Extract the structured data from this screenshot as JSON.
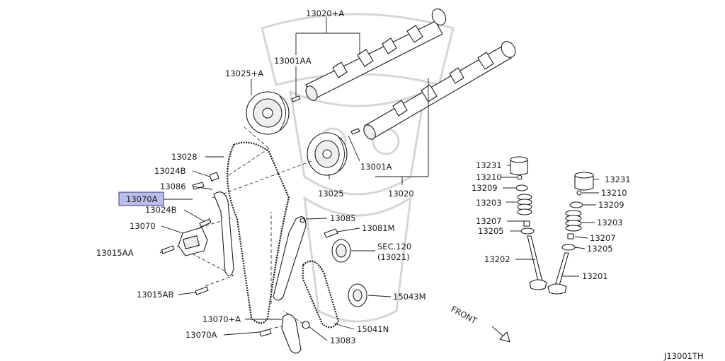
{
  "diagram_code": "J13001TH",
  "highlight_color": "#b9bde8",
  "labels": {
    "p13020A": "13020+A",
    "p13001AA": "13001AA",
    "p13025A": "13025+A",
    "p13028": "13028",
    "p13024B_1": "13024B",
    "p13086": "13086",
    "p13070A_hl": "13070A",
    "p13024B_2": "13024B",
    "p13070": "13070",
    "p13015AA": "13015AA",
    "p13015AB": "13015AB",
    "p13070plusA": "13070+A",
    "p13070A_2": "13070A",
    "p13085": "13085",
    "p13081M": "13081M",
    "sec120": "SEC.120",
    "sec120_sub": "(13021)",
    "p15043M": "15043M",
    "p15041N": "15041N",
    "p13083": "13083",
    "p13001A": "13001A",
    "p13025": "13025",
    "p13020": "13020",
    "p13231_l": "13231",
    "p13210_l": "13210",
    "p13209_l": "13209",
    "p13203_l": "13203",
    "p13207_l": "13207",
    "p13205_l": "13205",
    "p13202": "13202",
    "p13231_r": "13231",
    "p13210_r": "13210",
    "p13209_r": "13209",
    "p13203_r": "13203",
    "p13207_r": "13207",
    "p13205_r": "13205",
    "p13201": "13201",
    "front": "FRONT"
  }
}
